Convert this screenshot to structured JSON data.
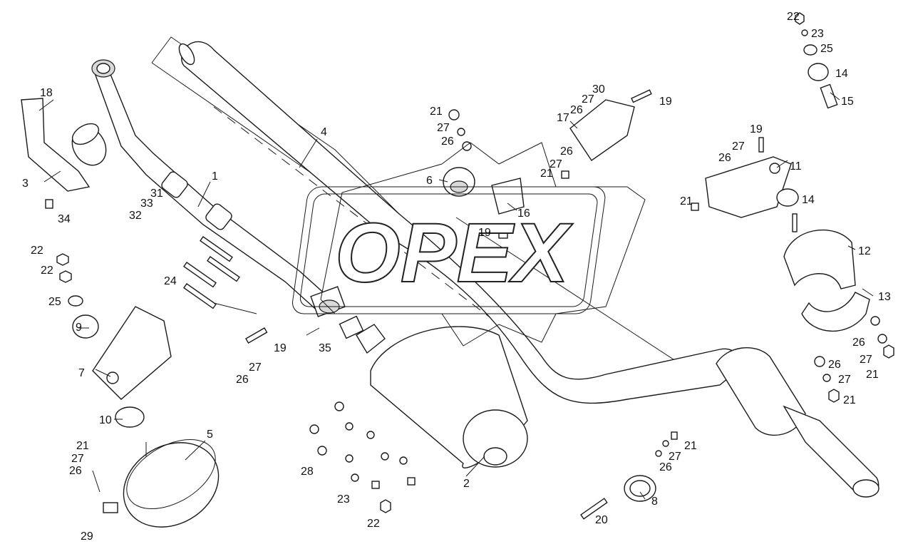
{
  "watermark": "OPEX",
  "callouts": [
    {
      "id": "c1",
      "text": "1"
    },
    {
      "id": "c2",
      "text": "2"
    },
    {
      "id": "c3",
      "text": "3"
    },
    {
      "id": "c4",
      "text": "4"
    },
    {
      "id": "c5",
      "text": "5"
    },
    {
      "id": "c6",
      "text": "6"
    },
    {
      "id": "c7",
      "text": "7"
    },
    {
      "id": "c8",
      "text": "8"
    },
    {
      "id": "c9",
      "text": "9"
    },
    {
      "id": "c10",
      "text": "10"
    },
    {
      "id": "c11",
      "text": "11"
    },
    {
      "id": "c12",
      "text": "12"
    },
    {
      "id": "c13",
      "text": "13"
    },
    {
      "id": "c14a",
      "text": "14"
    },
    {
      "id": "c14b",
      "text": "14"
    },
    {
      "id": "c15",
      "text": "15"
    },
    {
      "id": "c16",
      "text": "16"
    },
    {
      "id": "c17",
      "text": "17"
    },
    {
      "id": "c18",
      "text": "18"
    },
    {
      "id": "c19a",
      "text": "19"
    },
    {
      "id": "c19b",
      "text": "19"
    },
    {
      "id": "c19c",
      "text": "19"
    },
    {
      "id": "c19d",
      "text": "19"
    },
    {
      "id": "c20",
      "text": "20"
    },
    {
      "id": "c21a",
      "text": "21"
    },
    {
      "id": "c21b",
      "text": "21"
    },
    {
      "id": "c21c",
      "text": "21"
    },
    {
      "id": "c21d",
      "text": "21"
    },
    {
      "id": "c21e",
      "text": "21"
    },
    {
      "id": "c21f",
      "text": "21"
    },
    {
      "id": "c21g",
      "text": "21"
    },
    {
      "id": "c22a",
      "text": "22"
    },
    {
      "id": "c22b",
      "text": "22"
    },
    {
      "id": "c22c",
      "text": "22"
    },
    {
      "id": "c22d",
      "text": "22"
    },
    {
      "id": "c23a",
      "text": "23"
    },
    {
      "id": "c23b",
      "text": "23"
    },
    {
      "id": "c24",
      "text": "24"
    },
    {
      "id": "c25a",
      "text": "25"
    },
    {
      "id": "c25b",
      "text": "25"
    },
    {
      "id": "c26a",
      "text": "26"
    },
    {
      "id": "c26b",
      "text": "26"
    },
    {
      "id": "c26c",
      "text": "26"
    },
    {
      "id": "c26d",
      "text": "26"
    },
    {
      "id": "c26e",
      "text": "26"
    },
    {
      "id": "c26f",
      "text": "26"
    },
    {
      "id": "c26g",
      "text": "26"
    },
    {
      "id": "c26h",
      "text": "26"
    },
    {
      "id": "c26i",
      "text": "26"
    },
    {
      "id": "c27a",
      "text": "27"
    },
    {
      "id": "c27b",
      "text": "27"
    },
    {
      "id": "c27c",
      "text": "27"
    },
    {
      "id": "c27d",
      "text": "27"
    },
    {
      "id": "c27e",
      "text": "27"
    },
    {
      "id": "c27f",
      "text": "27"
    },
    {
      "id": "c27g",
      "text": "27"
    },
    {
      "id": "c27h",
      "text": "27"
    },
    {
      "id": "c27i",
      "text": "27"
    },
    {
      "id": "c28",
      "text": "28"
    },
    {
      "id": "c29",
      "text": "29"
    },
    {
      "id": "c30",
      "text": "30"
    },
    {
      "id": "c31",
      "text": "31"
    },
    {
      "id": "c32",
      "text": "32"
    },
    {
      "id": "c33",
      "text": "33"
    },
    {
      "id": "c34",
      "text": "34"
    },
    {
      "id": "c35",
      "text": "35"
    }
  ]
}
